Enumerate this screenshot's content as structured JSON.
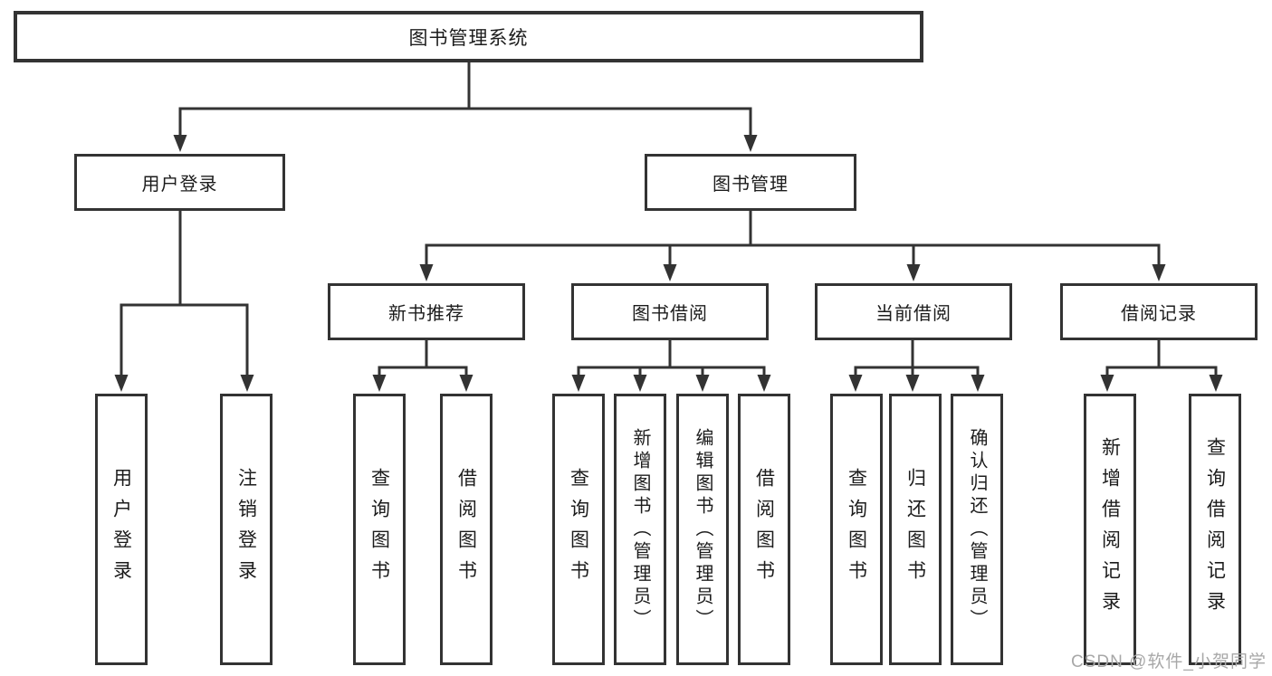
{
  "colors": {
    "line": "#333333",
    "box_border": "#333333",
    "text": "#1c1c1c",
    "watermark": "#a8a8a8",
    "background": "#ffffff"
  },
  "diagram": {
    "root": {
      "label": "图书管理系统"
    },
    "level2": {
      "user_login": {
        "label": "用户登录"
      },
      "book_mgmt": {
        "label": "图书管理"
      }
    },
    "level3": {
      "new_books": {
        "label": "新书推荐"
      },
      "book_borrow": {
        "label": "图书借阅"
      },
      "current_borrow": {
        "label": "当前借阅"
      },
      "borrow_records": {
        "label": "借阅记录"
      }
    },
    "leaves": {
      "user_login": {
        "label": "用户登录"
      },
      "logout": {
        "label": "注销登录"
      },
      "nb_query_books": {
        "label": "查询图书"
      },
      "nb_borrow_books": {
        "label": "借阅图书"
      },
      "bb_query_books": {
        "label": "查询图书"
      },
      "bb_add_books": {
        "label": "新增图书（管理员）"
      },
      "bb_edit_books": {
        "label": "编辑图书（管理员）"
      },
      "bb_borrow_books": {
        "label": "借阅图书"
      },
      "cb_query_books": {
        "label": "查询图书"
      },
      "cb_return_books": {
        "label": "归还图书"
      },
      "cb_confirm_return": {
        "label": "确认归还（管理员）"
      },
      "br_add_record": {
        "label": "新增借阅记录"
      },
      "br_query_record": {
        "label": "查询借阅记录"
      }
    }
  },
  "watermark": {
    "text": "CSDN @软件_小贺同学"
  }
}
